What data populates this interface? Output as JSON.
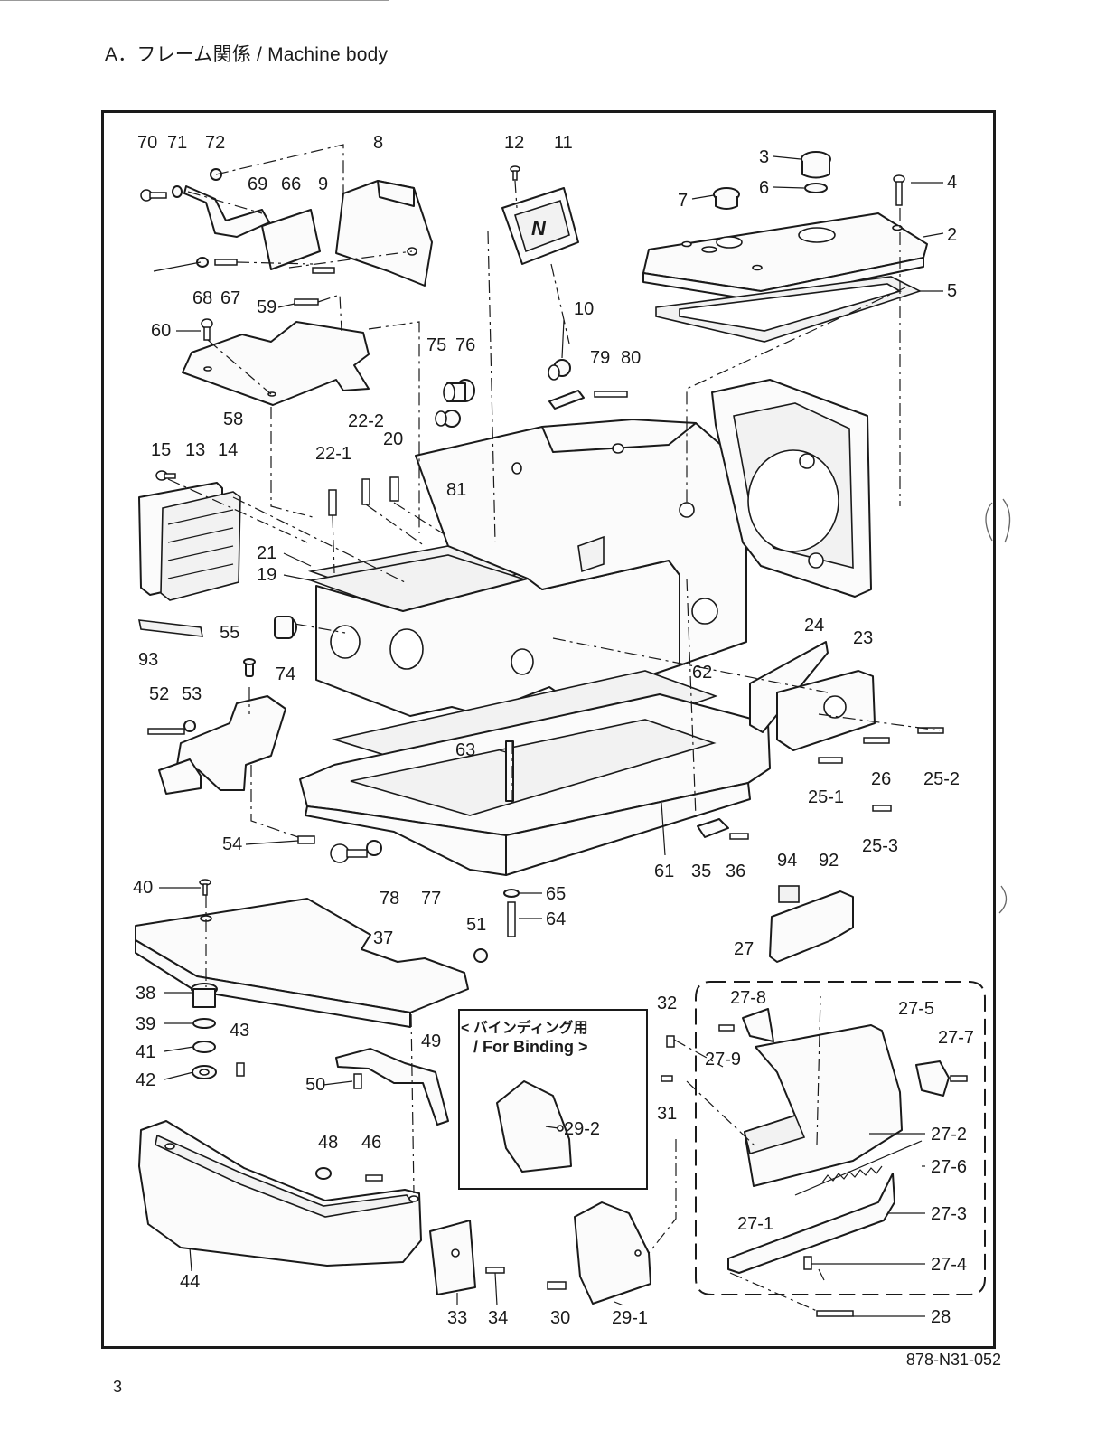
{
  "page": {
    "title": "A．フレーム関係 / Machine body",
    "document_number": "878-N31-052",
    "page_number": "3"
  },
  "binding_inset": {
    "title_line1": "< バインディング用",
    "title_line2": "/ For Binding >",
    "part": "29-2"
  },
  "part_numbers": {
    "p70": "70",
    "p71": "71",
    "p72": "72",
    "p69": "69",
    "p66": "66",
    "p9": "9",
    "p8": "8",
    "p12": "12",
    "p11": "11",
    "p3": "3",
    "p6": "6",
    "p4": "4",
    "p7": "7",
    "p2": "2",
    "p5": "5",
    "p68": "68",
    "p67": "67",
    "p59": "59",
    "p60": "60",
    "p58": "58",
    "p10": "10",
    "p75": "75",
    "p76": "76",
    "p79": "79",
    "p80": "80",
    "p22_2": "22-2",
    "p22_1": "22-1",
    "p20": "20",
    "p81": "81",
    "p15": "15",
    "p13": "13",
    "p14": "14",
    "p21": "21",
    "p19": "19",
    "p93": "93",
    "p55": "55",
    "p74": "74",
    "p52": "52",
    "p53": "53",
    "p24": "24",
    "p23": "23",
    "p62": "62",
    "p63": "63",
    "p26": "26",
    "p25_2": "25-2",
    "p25_1": "25-1",
    "p25_3": "25-3",
    "p54": "54",
    "p78": "78",
    "p77": "77",
    "p61": "61",
    "p35": "35",
    "p36": "36",
    "p94": "94",
    "p92": "92",
    "p40": "40",
    "p65": "65",
    "p64": "64",
    "p51": "51",
    "p37": "37",
    "p27": "27",
    "p38": "38",
    "p39": "39",
    "p41": "41",
    "p42": "42",
    "p43": "43",
    "p49": "49",
    "p50": "50",
    "p32": "32",
    "p27_8": "27-8",
    "p27_5": "27-5",
    "p27_7": "27-7",
    "p27_9": "27-9",
    "p31": "31",
    "p48": "48",
    "p46": "46",
    "p27_2": "27-2",
    "p27_6": "27-6",
    "p27_1": "27-1",
    "p27_3": "27-3",
    "p27_4": "27-4",
    "p44": "44",
    "p33": "33",
    "p34": "34",
    "p30": "30",
    "p29_1": "29-1",
    "p28": "28"
  }
}
